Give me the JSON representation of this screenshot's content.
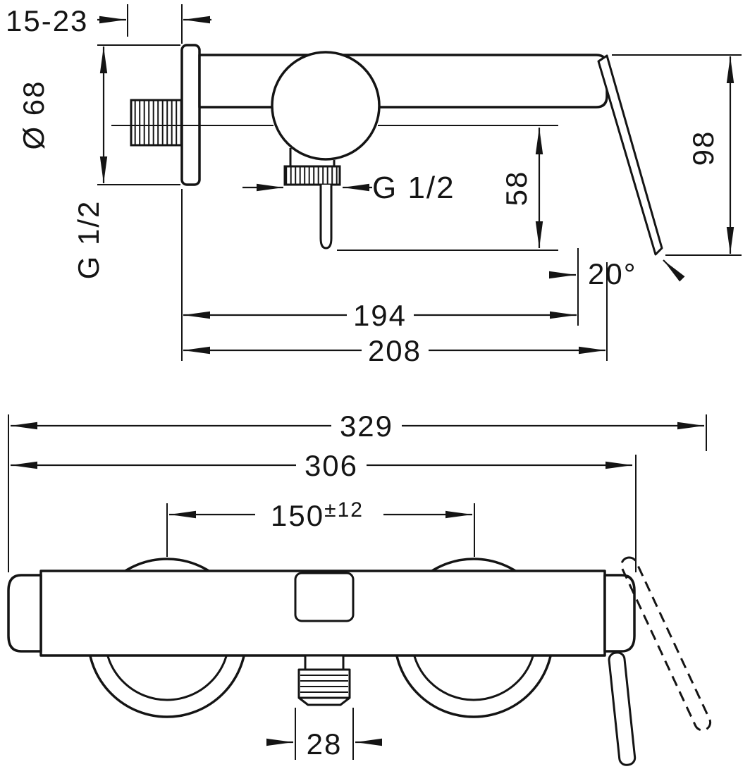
{
  "side_view": {
    "depth_range": "15-23",
    "escutcheon_diameter": "Ø 68",
    "inlet_thread": "G 1/2",
    "shower_outlet_thread": "G 1/2",
    "outlet_drop": "58",
    "overall_height": "98",
    "lever_angle": "20°",
    "wall_to_lever": "194",
    "overall_depth": "208"
  },
  "front_view": {
    "overall_width": "329",
    "body_width": "306",
    "hose_centers_value": "150",
    "hose_centers_tolerance": "±12",
    "outlet_width": "28"
  },
  "style": {
    "ink": "#141414",
    "paper": "#ffffff"
  }
}
